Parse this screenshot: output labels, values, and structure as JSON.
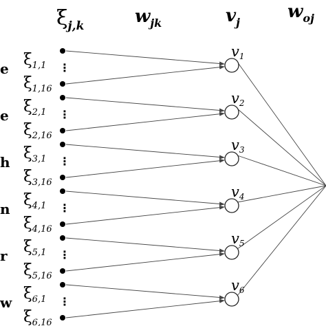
{
  "headers": {
    "xi": {
      "main": "ξ",
      "sub": "j,k"
    },
    "w_jk": {
      "main": "w",
      "sub": "jk"
    },
    "v_j": {
      "main": "v",
      "sub": "j"
    },
    "w_oj": {
      "main": "w",
      "sub": "oj"
    }
  },
  "groups": [
    {
      "letter": "e",
      "xi_first": "1,1",
      "xi_last": "1,16",
      "v_sub": "1"
    },
    {
      "letter": "e",
      "xi_first": "2,1",
      "xi_last": "2,16",
      "v_sub": "2"
    },
    {
      "letter": "h",
      "xi_first": "3,1",
      "xi_last": "3,16",
      "v_sub": "3"
    },
    {
      "letter": "n",
      "xi_first": "4,1",
      "xi_last": "4,16",
      "v_sub": "4"
    },
    {
      "letter": "r",
      "xi_first": "5,1",
      "xi_last": "5,16",
      "v_sub": "5"
    },
    {
      "letter": "w",
      "xi_first": "6,1",
      "xi_last": "6,16",
      "v_sub": "6"
    }
  ],
  "symbols": {
    "xi": "ξ",
    "v": "v",
    "ellipsis": "⋮"
  },
  "colors": {
    "line": "#444444",
    "ink": "#000000"
  }
}
